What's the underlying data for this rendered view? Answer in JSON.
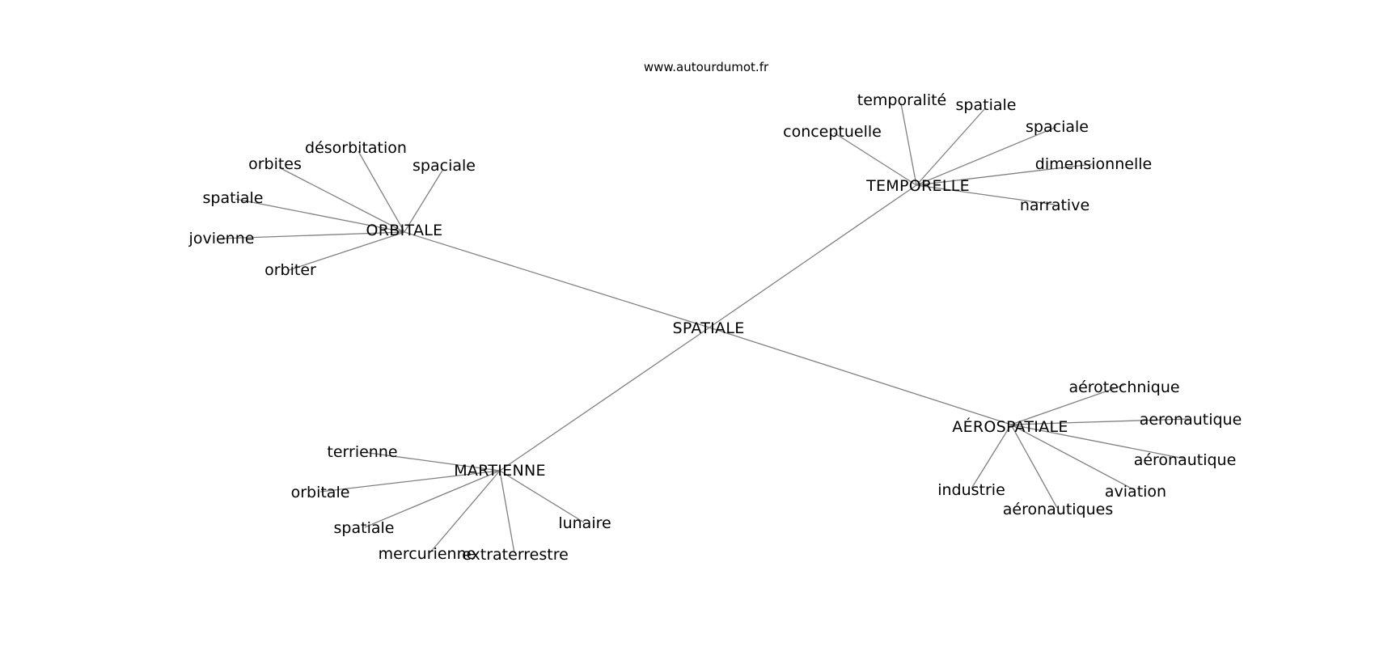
{
  "source": "www.autourdumot.fr",
  "center": "SPATIALE",
  "clusters": [
    {
      "hub": "ORBITALE",
      "leaves": [
        "désorbitation",
        "spaciale",
        "orbites",
        "spatiale",
        "jovienne",
        "orbiter"
      ]
    },
    {
      "hub": "TEMPORELLE",
      "leaves": [
        "temporalité",
        "spatiale",
        "spaciale",
        "conceptuelle",
        "dimensionnelle",
        "narrative"
      ]
    },
    {
      "hub": "AÉROSPATIALE",
      "leaves": [
        "aérotechnique",
        "aeronautique",
        "aéronautique",
        "aviation",
        "industrie",
        "aéronautiques"
      ]
    },
    {
      "hub": "MARTIENNE",
      "leaves": [
        "terrienne",
        "orbitale",
        "spatiale",
        "lunaire",
        "mercurienne",
        "extraterrestre"
      ]
    }
  ]
}
